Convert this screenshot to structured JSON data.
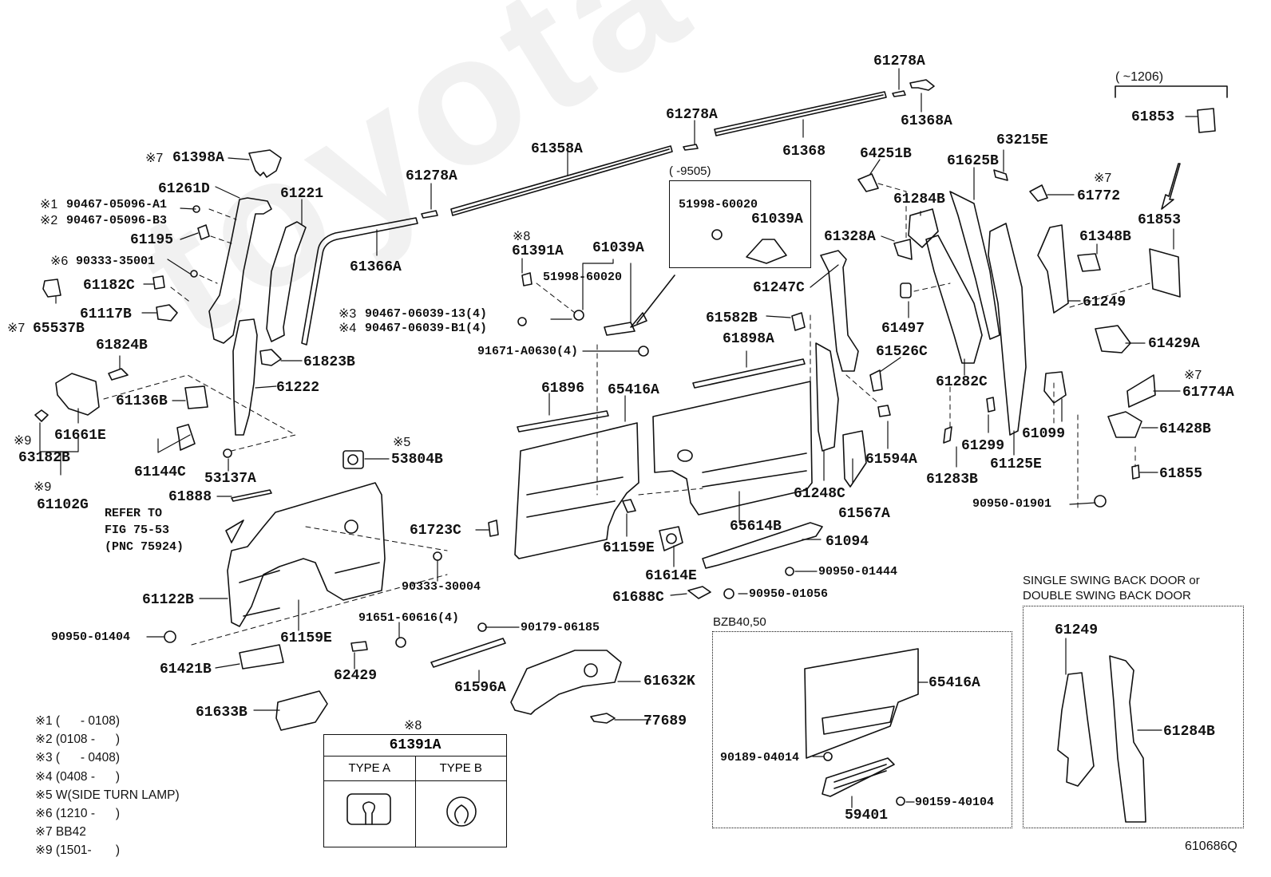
{
  "diagram": {
    "figure_id": "610686Q",
    "watermark": "toyota-carmu",
    "labels": [
      {
        "id": "l1",
        "text": "61278A"
      },
      {
        "id": "l2",
        "text": "61368A"
      },
      {
        "id": "l3",
        "text": "61278A"
      },
      {
        "id": "l4",
        "text": "61368"
      },
      {
        "id": "l5",
        "text": "61358A"
      },
      {
        "id": "l6",
        "text": "61278A"
      },
      {
        "id": "l7",
        "text": "61366A"
      },
      {
        "id": "l8",
        "text": "61398A"
      },
      {
        "id": "l9",
        "text": "61261D"
      },
      {
        "id": "l10",
        "text": "61221"
      },
      {
        "id": "l11",
        "text": "90467-05096-A1"
      },
      {
        "id": "l12",
        "text": "90467-05096-B3"
      },
      {
        "id": "l13",
        "text": "61195"
      },
      {
        "id": "l14",
        "text": "90333-35001"
      },
      {
        "id": "l15",
        "text": "61182C"
      },
      {
        "id": "l16",
        "text": "61117B"
      },
      {
        "id": "l17",
        "text": "65537B"
      },
      {
        "id": "l18",
        "text": "61824B"
      },
      {
        "id": "l19",
        "text": "61823B"
      },
      {
        "id": "l20",
        "text": "61222"
      },
      {
        "id": "l21",
        "text": "61136B"
      },
      {
        "id": "l22",
        "text": "61661E"
      },
      {
        "id": "l23",
        "text": "63182B"
      },
      {
        "id": "l24",
        "text": "61144C"
      },
      {
        "id": "l25",
        "text": "53137A"
      },
      {
        "id": "l26",
        "text": "61102G"
      },
      {
        "id": "l27",
        "text": "61888"
      },
      {
        "id": "l28",
        "text": "53804B"
      },
      {
        "id": "l29",
        "text": "61122B"
      },
      {
        "id": "l30",
        "text": "90950-01404"
      },
      {
        "id": "l31",
        "text": "61159E"
      },
      {
        "id": "l32",
        "text": "61421B"
      },
      {
        "id": "l33",
        "text": "62429"
      },
      {
        "id": "l34",
        "text": "61633B"
      },
      {
        "id": "l35",
        "text": "91651-60616(4)"
      },
      {
        "id": "l36",
        "text": "90179-06185"
      },
      {
        "id": "l37",
        "text": "61596A"
      },
      {
        "id": "l38",
        "text": "61632K"
      },
      {
        "id": "l39",
        "text": "77689"
      },
      {
        "id": "l40",
        "text": "90333-30004"
      },
      {
        "id": "l41",
        "text": "61723C"
      },
      {
        "id": "l42",
        "text": "61391A"
      },
      {
        "id": "l43",
        "text": "61039A"
      },
      {
        "id": "l44",
        "text": "51998-60020"
      },
      {
        "id": "l45",
        "text": "90467-06039-13(4)"
      },
      {
        "id": "l46",
        "text": "90467-06039-B1(4)"
      },
      {
        "id": "l47",
        "text": "91671-A0630(4)"
      },
      {
        "id": "l48",
        "text": "61896"
      },
      {
        "id": "l49",
        "text": "65416A"
      },
      {
        "id": "l50",
        "text": "61159E"
      },
      {
        "id": "l51",
        "text": "61614E"
      },
      {
        "id": "l52",
        "text": "61688C"
      },
      {
        "id": "l53",
        "text": "90950-01056"
      },
      {
        "id": "l54",
        "text": "61094"
      },
      {
        "id": "l55",
        "text": "90950-01444"
      },
      {
        "id": "l56",
        "text": "65614B"
      },
      {
        "id": "l57",
        "text": "61582B"
      },
      {
        "id": "l58",
        "text": "61898A"
      },
      {
        "id": "l59",
        "text": "51998-60020"
      },
      {
        "id": "l60",
        "text": "61039A"
      },
      {
        "id": "l61",
        "text": "64251B"
      },
      {
        "id": "l62",
        "text": "61284B"
      },
      {
        "id": "l63",
        "text": "61328A"
      },
      {
        "id": "l64",
        "text": "61247C"
      },
      {
        "id": "l65",
        "text": "61497"
      },
      {
        "id": "l66",
        "text": "61526C"
      },
      {
        "id": "l67",
        "text": "61248C"
      },
      {
        "id": "l68",
        "text": "61594A"
      },
      {
        "id": "l69",
        "text": "61567A"
      },
      {
        "id": "l70",
        "text": "61625B"
      },
      {
        "id": "l71",
        "text": "63215E"
      },
      {
        "id": "l72",
        "text": "61772"
      },
      {
        "id": "l73",
        "text": "61348B"
      },
      {
        "id": "l74",
        "text": "61249"
      },
      {
        "id": "l75",
        "text": "61282C"
      },
      {
        "id": "l76",
        "text": "61283B"
      },
      {
        "id": "l77",
        "text": "61299"
      },
      {
        "id": "l78",
        "text": "61125E"
      },
      {
        "id": "l79",
        "text": "61099"
      },
      {
        "id": "l80",
        "text": "61853"
      },
      {
        "id": "l81",
        "text": "61853"
      },
      {
        "id": "l82",
        "text": "61429A"
      },
      {
        "id": "l83",
        "text": "61774A"
      },
      {
        "id": "l84",
        "text": "61428B"
      },
      {
        "id": "l85",
        "text": "61855"
      },
      {
        "id": "l86",
        "text": "90950-01901"
      },
      {
        "id": "l87",
        "text": "65416A"
      },
      {
        "id": "l88",
        "text": "90189-04014"
      },
      {
        "id": "l89",
        "text": "59401"
      },
      {
        "id": "l90",
        "text": "90159-40104"
      },
      {
        "id": "l91",
        "text": "61249"
      },
      {
        "id": "l92",
        "text": "61284B"
      }
    ],
    "marks": {
      "m7a": "※7",
      "m1": "※1",
      "m2": "※2",
      "m6": "※6",
      "m7b": "※7",
      "m9a": "※9",
      "m9b": "※9",
      "m5": "※5",
      "m8a": "※8",
      "m3": "※3",
      "m4": "※4",
      "m7c": "※7",
      "m7d": "※7",
      "m8b": "※8"
    },
    "notes": {
      "refer_line1": "REFER TO",
      "refer_line2": "FIG 75-53",
      "refer_line3": "(PNC 75924)",
      "date_range_9505": "(        -9505)",
      "date_range_1206": "(        ~1206)",
      "bzb_title": "BZB40,50",
      "backdoor_title_1": "SINGLE SWING BACK DOOR or",
      "backdoor_title_2": "DOUBLE SWING BACK DOOR"
    },
    "type_table": {
      "mark": "※8",
      "part": "61391A",
      "col_a": "TYPE A",
      "col_b": "TYPE B"
    },
    "legend": [
      "※1 (      - 0108)",
      "※2 (0108 -      )",
      "※3 (      - 0408)",
      "※4 (0408 -      )",
      "※5 W(SIDE TURN LAMP)",
      "※6 (1210 -      )",
      "※7 BB42",
      "※9 (1501-       )"
    ]
  }
}
